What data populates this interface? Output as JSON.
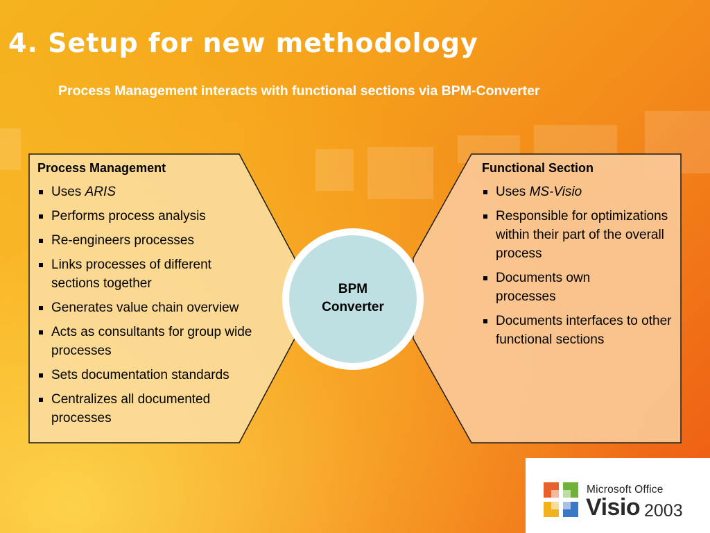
{
  "slide": {
    "title": "4.  Setup for new methodology",
    "subtitle": "Process Management interacts with functional sections via BPM-Converter"
  },
  "left_panel": {
    "heading": "Process Management",
    "items": [
      {
        "prefix": "Uses ",
        "italic": "ARIS"
      },
      {
        "text": "Performs process analysis"
      },
      {
        "text": "Re-engineers processes"
      },
      {
        "text": "Links processes of different sections together"
      },
      {
        "text": "Generates value chain overview"
      },
      {
        "text": "Acts as consultants for group wide processes"
      },
      {
        "text": "Sets documentation standards"
      },
      {
        "text": "Centralizes all documented processes"
      }
    ]
  },
  "right_panel": {
    "heading": "Functional Section",
    "items": [
      {
        "prefix": "Uses ",
        "italic": "MS-Visio"
      },
      {
        "text": "Responsible for optimizations within their part of the overall process"
      },
      {
        "text": "Documents own processes"
      },
      {
        "text": "Documents interfaces to other functional sections"
      }
    ]
  },
  "center": {
    "line1": "BPM",
    "line2": "Converter"
  },
  "logo": {
    "brand": "Microsoft Office",
    "product": "Visio",
    "year": "2003"
  },
  "colors": {
    "panel_fill": "#fbdc9a",
    "center_fill": "#bfe0e2",
    "title_text": "#ffffff",
    "outline": "#1a1a1a"
  }
}
